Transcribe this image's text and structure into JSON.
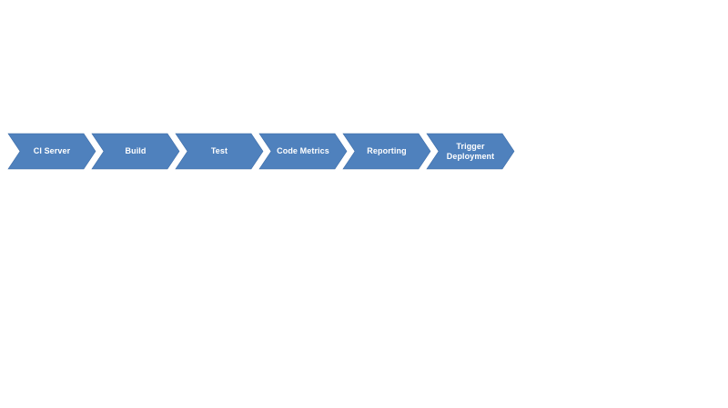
{
  "diagram": {
    "fill_color": "#4f81bd",
    "edge_color": "#3a6aa6",
    "text_color": "#ffffff",
    "steps": [
      {
        "label": "CI Server"
      },
      {
        "label": "Build"
      },
      {
        "label": "Test"
      },
      {
        "label": "Code Metrics"
      },
      {
        "label": "Reporting"
      },
      {
        "label": "Trigger Deployment"
      }
    ]
  }
}
